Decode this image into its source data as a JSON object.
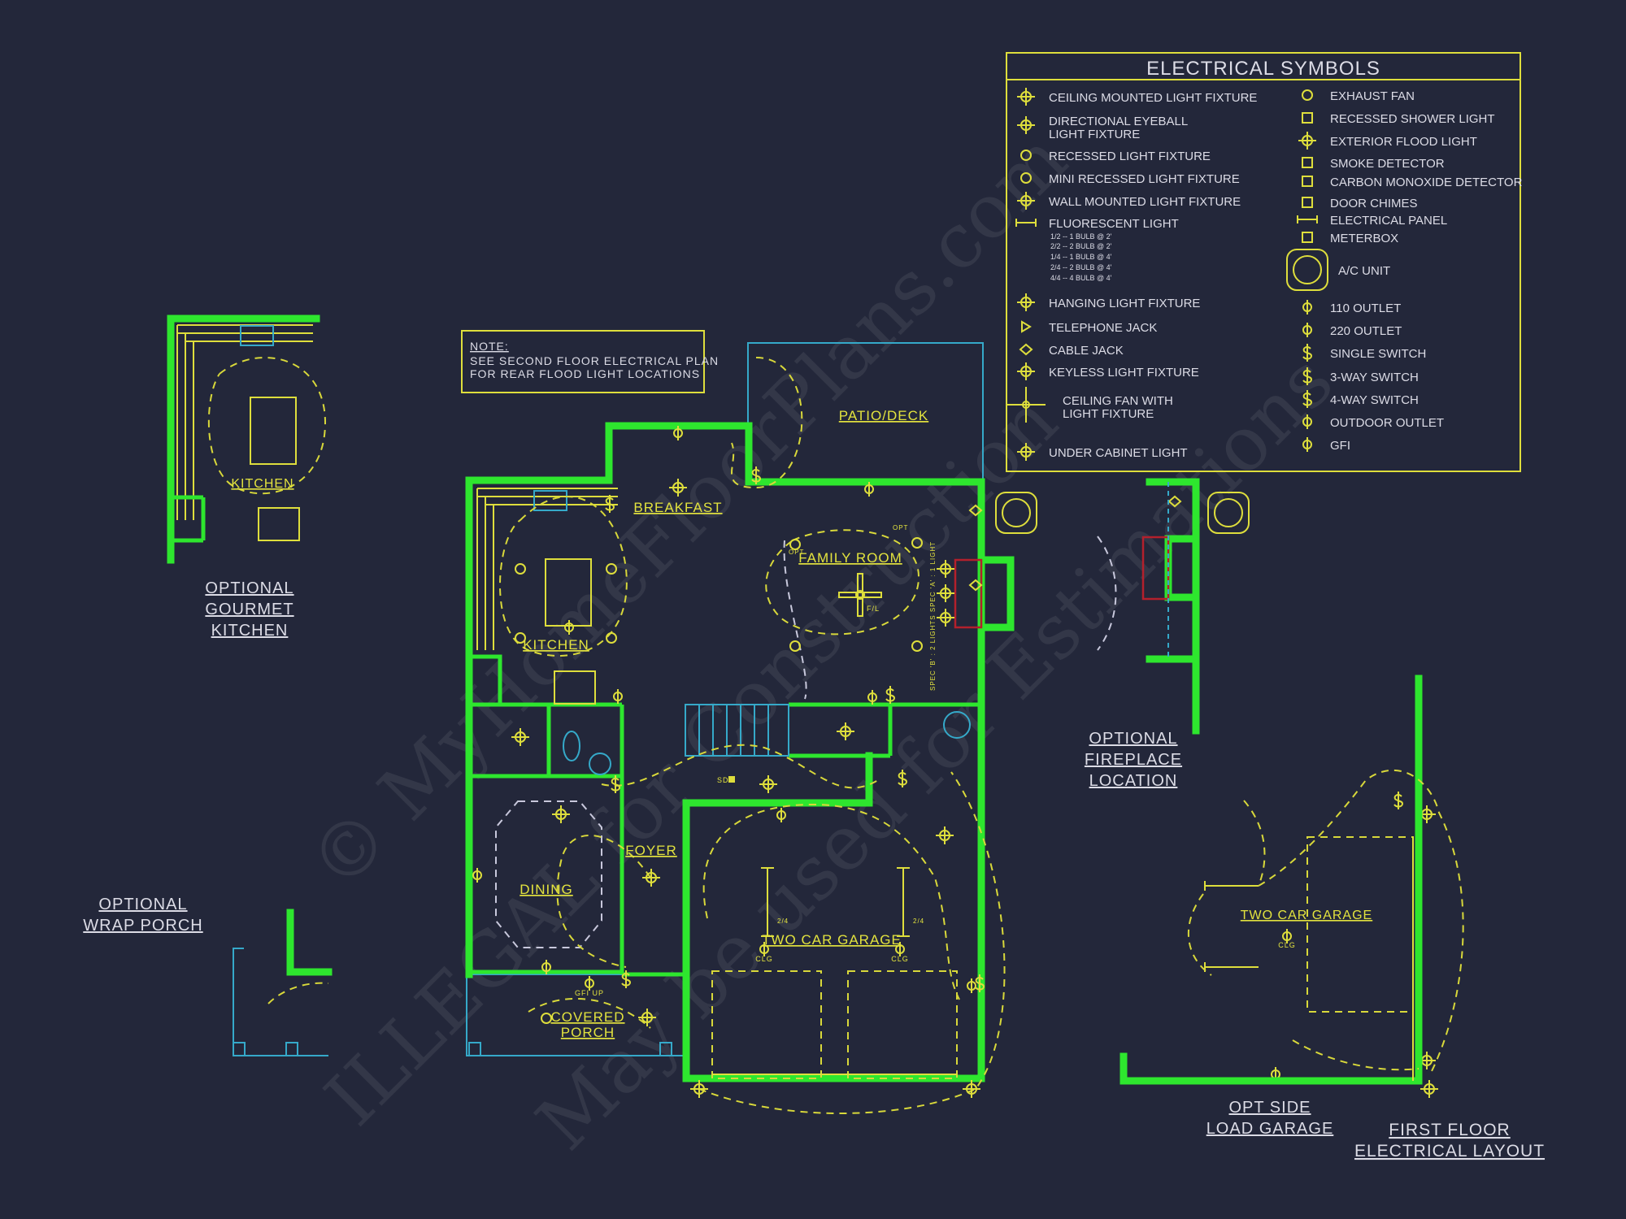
{
  "legend": {
    "title": "ELECTRICAL SYMBOLS",
    "left": [
      {
        "icon": "ceiling-light-icon",
        "label": "CEILING MOUNTED LIGHT FIXTURE"
      },
      {
        "icon": "eyeball-light-icon",
        "label": "DIRECTIONAL EYEBALL",
        "label2": "LIGHT FIXTURE"
      },
      {
        "icon": "recessed-light-icon",
        "label": "RECESSED LIGHT FIXTURE"
      },
      {
        "icon": "mini-recessed-light-icon",
        "label": "MINI RECESSED LIGHT FIXTURE"
      },
      {
        "icon": "wall-light-icon",
        "label": "WALL MOUNTED LIGHT FIXTURE"
      },
      {
        "icon": "fluorescent-light-icon",
        "label": "FLUORESCENT LIGHT"
      },
      {
        "icon": "hanging-light-icon",
        "label": "HANGING LIGHT FIXTURE"
      },
      {
        "icon": "telephone-jack-icon",
        "label": "TELEPHONE JACK"
      },
      {
        "icon": "cable-jack-icon",
        "label": "CABLE JACK"
      },
      {
        "icon": "keyless-light-icon",
        "label": "KEYLESS LIGHT FIXTURE"
      },
      {
        "icon": "ceiling-fan-icon",
        "label": "CEILING FAN WITH",
        "label2": "LIGHT FIXTURE"
      },
      {
        "icon": "under-cabinet-light-icon",
        "label": "UNDER CABINET LIGHT"
      }
    ],
    "fluorescent_notes": [
      "1/2 -- 1 BULB @ 2'",
      "2/2 -- 2 BULB @ 2'",
      "1/4 -- 1 BULB @ 4'",
      "2/4 -- 2 BULB @ 4'",
      "4/4 -- 4 BULB @ 4'"
    ],
    "right": [
      {
        "icon": "exhaust-fan-icon",
        "label": "EXHAUST FAN"
      },
      {
        "icon": "recessed-shower-light-icon",
        "label": "RECESSED SHOWER LIGHT"
      },
      {
        "icon": "exterior-flood-light-icon",
        "label": "EXTERIOR FLOOD LIGHT"
      },
      {
        "icon": "smoke-detector-icon",
        "label": "SMOKE DETECTOR"
      },
      {
        "icon": "carbon-monoxide-detector-icon",
        "label": "CARBON MONOXIDE DETECTOR"
      },
      {
        "icon": "door-chimes-icon",
        "label": "DOOR CHIMES"
      },
      {
        "icon": "electrical-panel-icon",
        "label": "ELECTRICAL PANEL"
      },
      {
        "icon": "meterbox-icon",
        "label": "METERBOX"
      },
      {
        "icon": "ac-unit-icon",
        "label": "A/C UNIT"
      },
      {
        "icon": "outlet-110-icon",
        "label": "110 OUTLET"
      },
      {
        "icon": "outlet-220-icon",
        "label": "220 OUTLET"
      },
      {
        "icon": "single-switch-icon",
        "label": "SINGLE SWITCH"
      },
      {
        "icon": "three-way-switch-icon",
        "label": "3-WAY SWITCH"
      },
      {
        "icon": "four-way-switch-icon",
        "label": "4-WAY SWITCH"
      },
      {
        "icon": "outdoor-outlet-icon",
        "label": "OUTDOOR OUTLET"
      },
      {
        "icon": "gfi-outlet-icon",
        "label": "GFI"
      }
    ]
  },
  "note": {
    "heading": "NOTE:",
    "line1": "SEE SECOND FLOOR ELECTRICAL PLAN",
    "line2": "FOR REAR FLOOD LIGHT LOCATIONS"
  },
  "rooms": {
    "breakfast": "BREAKFAST",
    "patio": "PATIO/DECK",
    "family": "FAMILY ROOM",
    "kitchen": "KITCHEN",
    "foyer": "FOYER",
    "dining": "DINING",
    "garage": "TWO CAR GARAGE",
    "porch1": "COVERED",
    "porch2": "PORCH",
    "gourmet_kitchen": "KITCHEN",
    "side_garage": "TWO CAR GARAGE"
  },
  "labels": {
    "gourmet": [
      "OPTIONAL",
      "GOURMET",
      "KITCHEN"
    ],
    "wrap_porch": [
      "OPTIONAL",
      "WRAP PORCH"
    ],
    "fireplace": [
      "OPTIONAL",
      "FIREPLACE",
      "LOCATION"
    ],
    "side_load": [
      "OPT SIDE",
      "LOAD GARAGE"
    ],
    "title": [
      "FIRST FLOOR",
      "ELECTRICAL LAYOUT"
    ]
  },
  "annotations": {
    "gfi_up": "GFI UP",
    "clg": "CLG",
    "fl_24": "2/4",
    "sd": "SD",
    "opt": "OPT",
    "fan_label": "F/L",
    "spec": "SPEC 'B' : 2 LIGHTS  SPEC 'A' : 1 LIGHT"
  },
  "watermark": [
    "© MyHomeFloorPlans.com",
    "ILLEGAL for Construction",
    "May be used for Estimations"
  ],
  "colors": {
    "background": "#23273a",
    "walls": "#2ee62e",
    "electrical": "#dede3c",
    "outline": "#35a9c9",
    "fireplace": "#b3202c",
    "text": "#dcdce6"
  }
}
